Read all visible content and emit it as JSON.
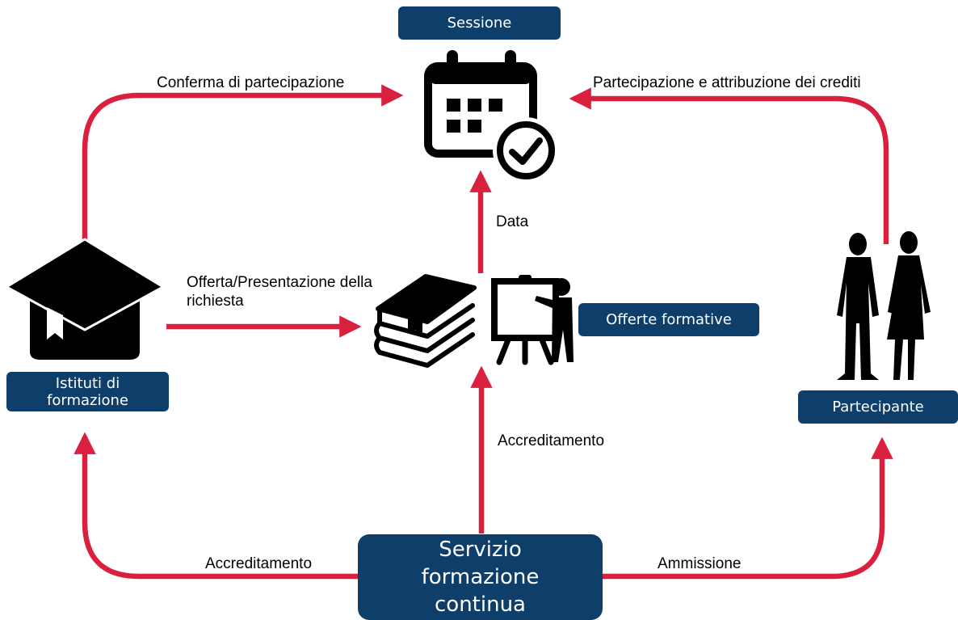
{
  "colors": {
    "arrow": "#d9203f",
    "box_fill": "#0e3e6a",
    "box_text": "#ffffff",
    "icon": "#000000",
    "label_text": "#000000"
  },
  "nodes": {
    "session": {
      "label": "Sessione",
      "icon": "calendar-check-icon"
    },
    "training_institutes": {
      "label": "Istituti di formazione",
      "icon": "graduation-cap-icon"
    },
    "training_offers": {
      "label": "Offerte formative",
      "icons": [
        "books-icon",
        "presenter-icon"
      ]
    },
    "participant": {
      "label": "Partecipante",
      "icon": "people-silhouette-icon"
    },
    "service": {
      "label": "Servizio formazione continua"
    }
  },
  "edges": {
    "institutes_to_session": "Conferma di partecipazione",
    "participant_to_session": "Partecipazione e attribuzione dei crediti",
    "offers_to_session": "Data",
    "institutes_to_offers": "Offerta/Presentazione della richiesta",
    "service_to_offers": "Accreditamento",
    "service_to_institutes": "Accreditamento",
    "service_to_participant": "Ammissione"
  }
}
